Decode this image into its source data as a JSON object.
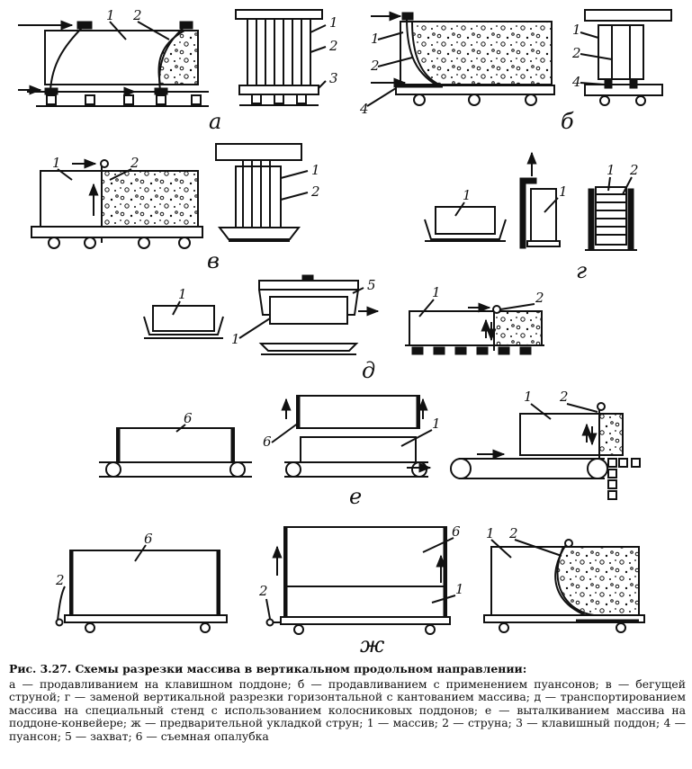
{
  "labels": {
    "a": "а",
    "b": "б",
    "v": "в",
    "g": "г",
    "d": "д",
    "e": "е",
    "zh": "ж"
  },
  "nums": {
    "n1": "1",
    "n2": "2",
    "n3": "3",
    "n4": "4",
    "n5": "5",
    "n6": "6"
  },
  "caption": {
    "title": "Рис. 3.27. Схемы разрезки массива в вертикальном продольном направлении:",
    "legend": "а — продавливанием на клавишном поддоне; б — продавливанием с применением пуансонов; в — бегущей струной; г — заменой вертикальной разрезки горизонтальной с кантованием массива; д — транспортированием массива на специальный стенд с использованием колосниковых поддонов; е — выталкиванием массива на поддоне-конвейере; ж — предварительной укладкой струн; 1 — массив; 2 — струна; 3 — клавишный поддон; 4 — пуансон; 5 — захват; 6 — съемная опалубка"
  }
}
